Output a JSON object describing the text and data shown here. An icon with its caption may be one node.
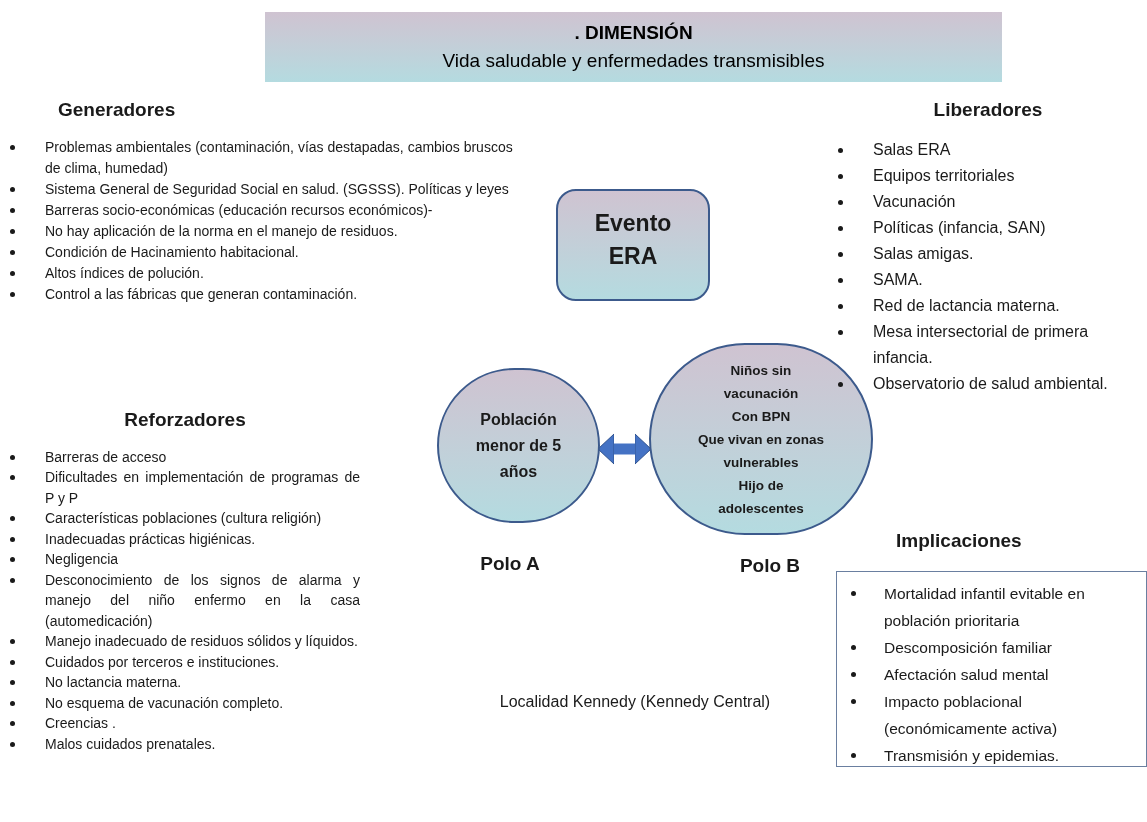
{
  "diagram": {
    "nodes": [
      {
        "text": [
          ". DIMENSIÓN",
          "Vida saludable y enfermedades transmisibles"
        ]
      },
      {
        "text": [
          "Evento ERA"
        ]
      },
      {
        "text": [
          "Población menor de 5 años"
        ],
        "beside": [
          "Polo A"
        ]
      },
      {
        "text": [
          "Niños sin vacunación",
          "Con BPN",
          "Que vivan en zonas vulnerables",
          "Hijo de adolescentes"
        ],
        "beside": [
          "Polo B"
        ]
      },
      {
        "text": [
          "Implicaciones",
          "Mortalidad infantil evitable en población prioritaria",
          "Descomposición familiar",
          "Afectación salud mental",
          "Impacto poblacional (económicamente activa)",
          "Transmisión y epidemias."
        ]
      }
    ],
    "edges": [
      {
        "from": 2,
        "to": 3,
        "arrow": "both"
      }
    ],
    "labels": [
      "Generadores",
      "Problemas ambientales (contaminación, vías destapadas, cambios bruscos de clima, humedad)",
      "Sistema General de Seguridad Social en salud. (SGSSS). Políticas y leyes",
      "Barreras socio-económicas (educación recursos económicos)-",
      "No hay aplicación de la norma en el manejo de residuos.",
      "Condición de Hacinamiento habitacional.",
      "Altos índices de polución.",
      "Control a las fábricas que generan contaminación.",
      "Reforzadores",
      "Barreras de acceso",
      "Dificultades en implementación de programas de P y P",
      "Características poblaciones (cultura religión)",
      "Inadecuadas prácticas higiénicas.",
      "Negligencia",
      "Desconocimiento de los signos de alarma y manejo del niño enfermo en la casa (automedicación)",
      "Manejo inadecuado de residuos sólidos y líquidos.",
      "Cuidados por terceros e instituciones.",
      "No lactancia materna.",
      "No esquema de vacunación completo.",
      "Creencias .",
      "Malos cuidados prenatales.",
      "Liberadores",
      "Salas ERA",
      "Equipos territoriales",
      "Vacunación",
      "Políticas (infancia, SAN)",
      "Salas amigas.",
      "SAMA.",
      "Red de lactancia materna.",
      "Mesa intersectorial de primera infancia.",
      "Observatorio de salud ambiental.",
      "Localidad Kennedy (Kennedy Central)"
    ]
  }
}
